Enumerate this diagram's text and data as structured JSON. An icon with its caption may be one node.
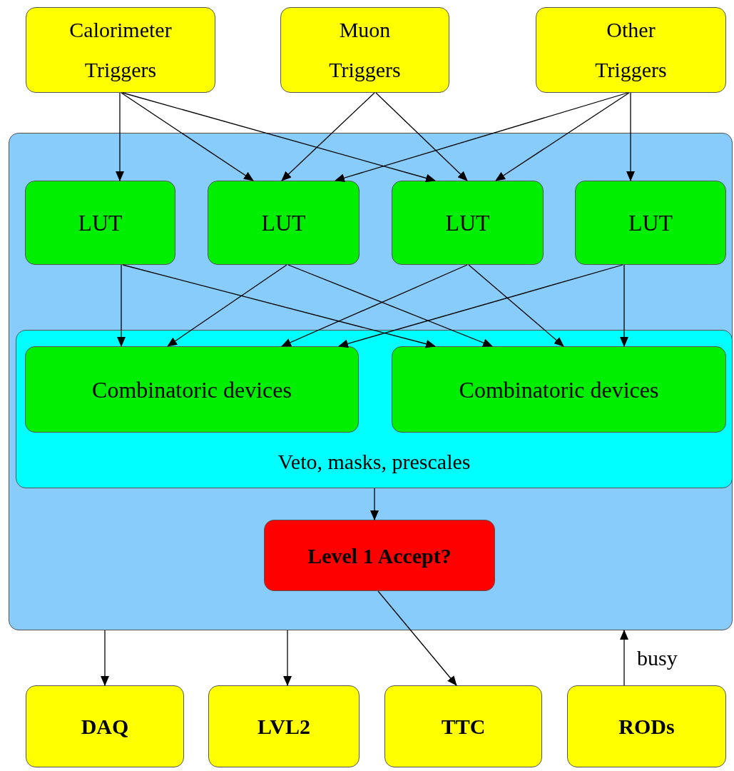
{
  "diagram": {
    "nodes": [
      {
        "text": [
          "Calorimeter Triggers"
        ]
      },
      {
        "text": [
          "Muon Triggers"
        ]
      },
      {
        "text": [
          "Other Triggers"
        ]
      },
      {
        "text": [],
        "shape": "box"
      },
      {
        "text": [
          "LUT"
        ],
        "in": 3
      },
      {
        "text": [
          "LUT"
        ],
        "in": 3
      },
      {
        "text": [
          "LUT"
        ],
        "in": 3
      },
      {
        "text": [
          "LUT"
        ],
        "in": 3
      },
      {
        "text": [
          "Veto, masks, prescales"
        ],
        "in": 3
      },
      {
        "text": [
          "Combinatoric devices"
        ],
        "in": 8
      },
      {
        "text": [
          "Combinatoric devices"
        ],
        "in": 8
      },
      {
        "text": [
          "Level 1 Accept?"
        ],
        "in": 3
      },
      {
        "text": [
          "DAQ"
        ]
      },
      {
        "text": [
          "LVL2"
        ]
      },
      {
        "text": [
          "TTC"
        ]
      },
      {
        "text": [
          "RODs"
        ]
      }
    ],
    "edges": [
      {
        "from": 0,
        "to": 4,
        "arrow": "to"
      },
      {
        "from": 0,
        "to": 5,
        "arrow": "to"
      },
      {
        "from": 0,
        "to": 6,
        "arrow": "to"
      },
      {
        "from": 1,
        "to": 5,
        "arrow": "to"
      },
      {
        "from": 1,
        "to": 6,
        "arrow": "to"
      },
      {
        "from": 2,
        "to": 5,
        "arrow": "to"
      },
      {
        "from": 2,
        "to": 6,
        "arrow": "to"
      },
      {
        "from": 2,
        "to": 7,
        "arrow": "to"
      },
      {
        "from": 4,
        "to": 9,
        "arrow": "to"
      },
      {
        "from": 4,
        "to": 10,
        "arrow": "to"
      },
      {
        "from": 5,
        "to": 9,
        "arrow": "to"
      },
      {
        "from": 5,
        "to": 10,
        "arrow": "to"
      },
      {
        "from": 6,
        "to": 9,
        "arrow": "to"
      },
      {
        "from": 6,
        "to": 10,
        "arrow": "to"
      },
      {
        "from": 7,
        "to": 9,
        "arrow": "to"
      },
      {
        "from": 7,
        "to": 10,
        "arrow": "to"
      },
      {
        "from": 8,
        "to": 11,
        "arrow": "to"
      },
      {
        "from": 11,
        "to": 14,
        "arrow": "to"
      },
      {
        "from": 3,
        "to": 12,
        "arrow": "to"
      },
      {
        "from": 3,
        "to": 13,
        "arrow": "to"
      },
      {
        "from": 15,
        "to": 3,
        "arrow": "to",
        "label": "busy"
      }
    ]
  }
}
